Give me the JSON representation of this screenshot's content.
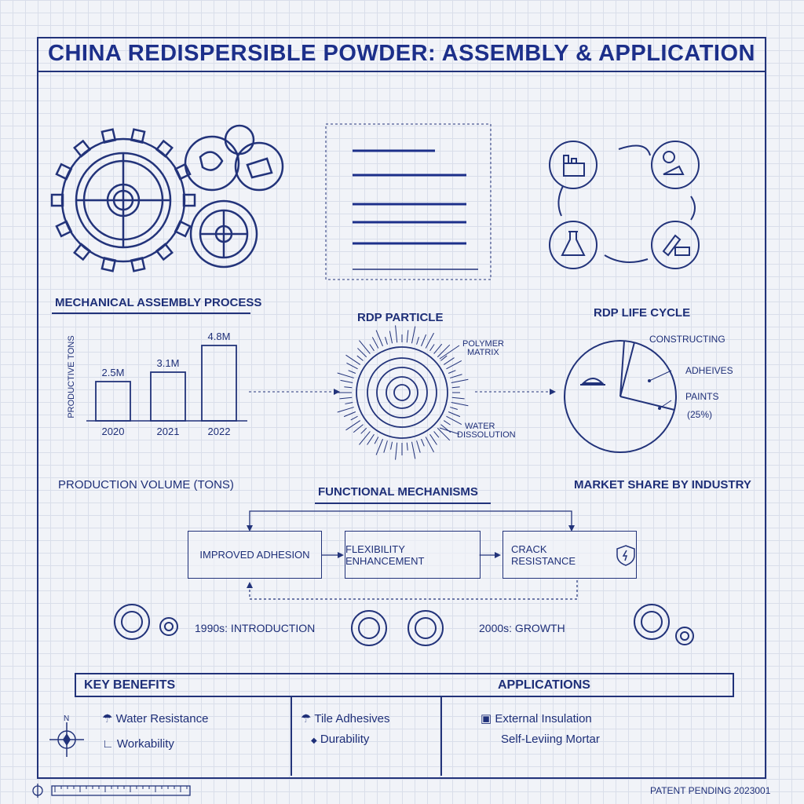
{
  "title": "CHINA REDISPERSIBLE POWDER: ASSEMBLY & APPLICATION",
  "sections": {
    "assembly": "MECHANICAL ASSEMBLY PROCESS",
    "particle": "RDP PARTICLE",
    "lifecycle": "RDP LIFE CYCLE",
    "production": "PRODUCTION VOLUME (TONS)",
    "mechanisms": "FUNCTIONAL MECHANISMS",
    "market": "MARKET SHARE BY INDUSTRY"
  },
  "particle_labels": {
    "polymer_1": "POLYMER",
    "polymer_2": "MATRIX",
    "water_1": "WATER",
    "water_2": "DISSOLUTION"
  },
  "chart_data": [
    {
      "type": "bar",
      "ylabel": "PRODUCTIVE TONS",
      "categories": [
        "2020",
        "2021",
        "2022"
      ],
      "values": [
        2.5,
        3.1,
        4.8
      ],
      "data_labels": [
        "2.5M",
        "3.1M",
        "4.8M"
      ]
    },
    {
      "type": "pie",
      "labels": [
        "CONSTRUCTING",
        "ADHEIVES",
        "PAINTS"
      ],
      "annotations": [
        "(25%)"
      ],
      "icon": "hard-hat-icon"
    }
  ],
  "mechanisms": [
    "IMPROVED ADHESION",
    "FLEXIBILITY ENHANCEMENT",
    "CRACK RESISTANCE"
  ],
  "timeline": [
    "1990s: INTRODUCTION",
    "2000s: GROWTH"
  ],
  "table": {
    "benefits_header": "KEY BENEFITS",
    "applications_header": "APPLICATIONS",
    "col1": [
      "Water Resistance",
      "Workability"
    ],
    "col2": [
      "Tile Adhesives",
      "Durability"
    ],
    "col3": [
      "External Insulation",
      "Self-Leviing Mortar"
    ]
  },
  "compass": "N",
  "footer": "PATENT PENDING 2023001",
  "colors": {
    "ink": "#1e2f78",
    "accent": "#1c2f8a",
    "paper": "#f1f3f8"
  },
  "icons": [
    "factory-icon",
    "gear-mixing-icon",
    "flask-icon",
    "trowel-brick-icon",
    "shield-icon",
    "umbrella-icon",
    "compass-icon",
    "ruler-icon"
  ]
}
